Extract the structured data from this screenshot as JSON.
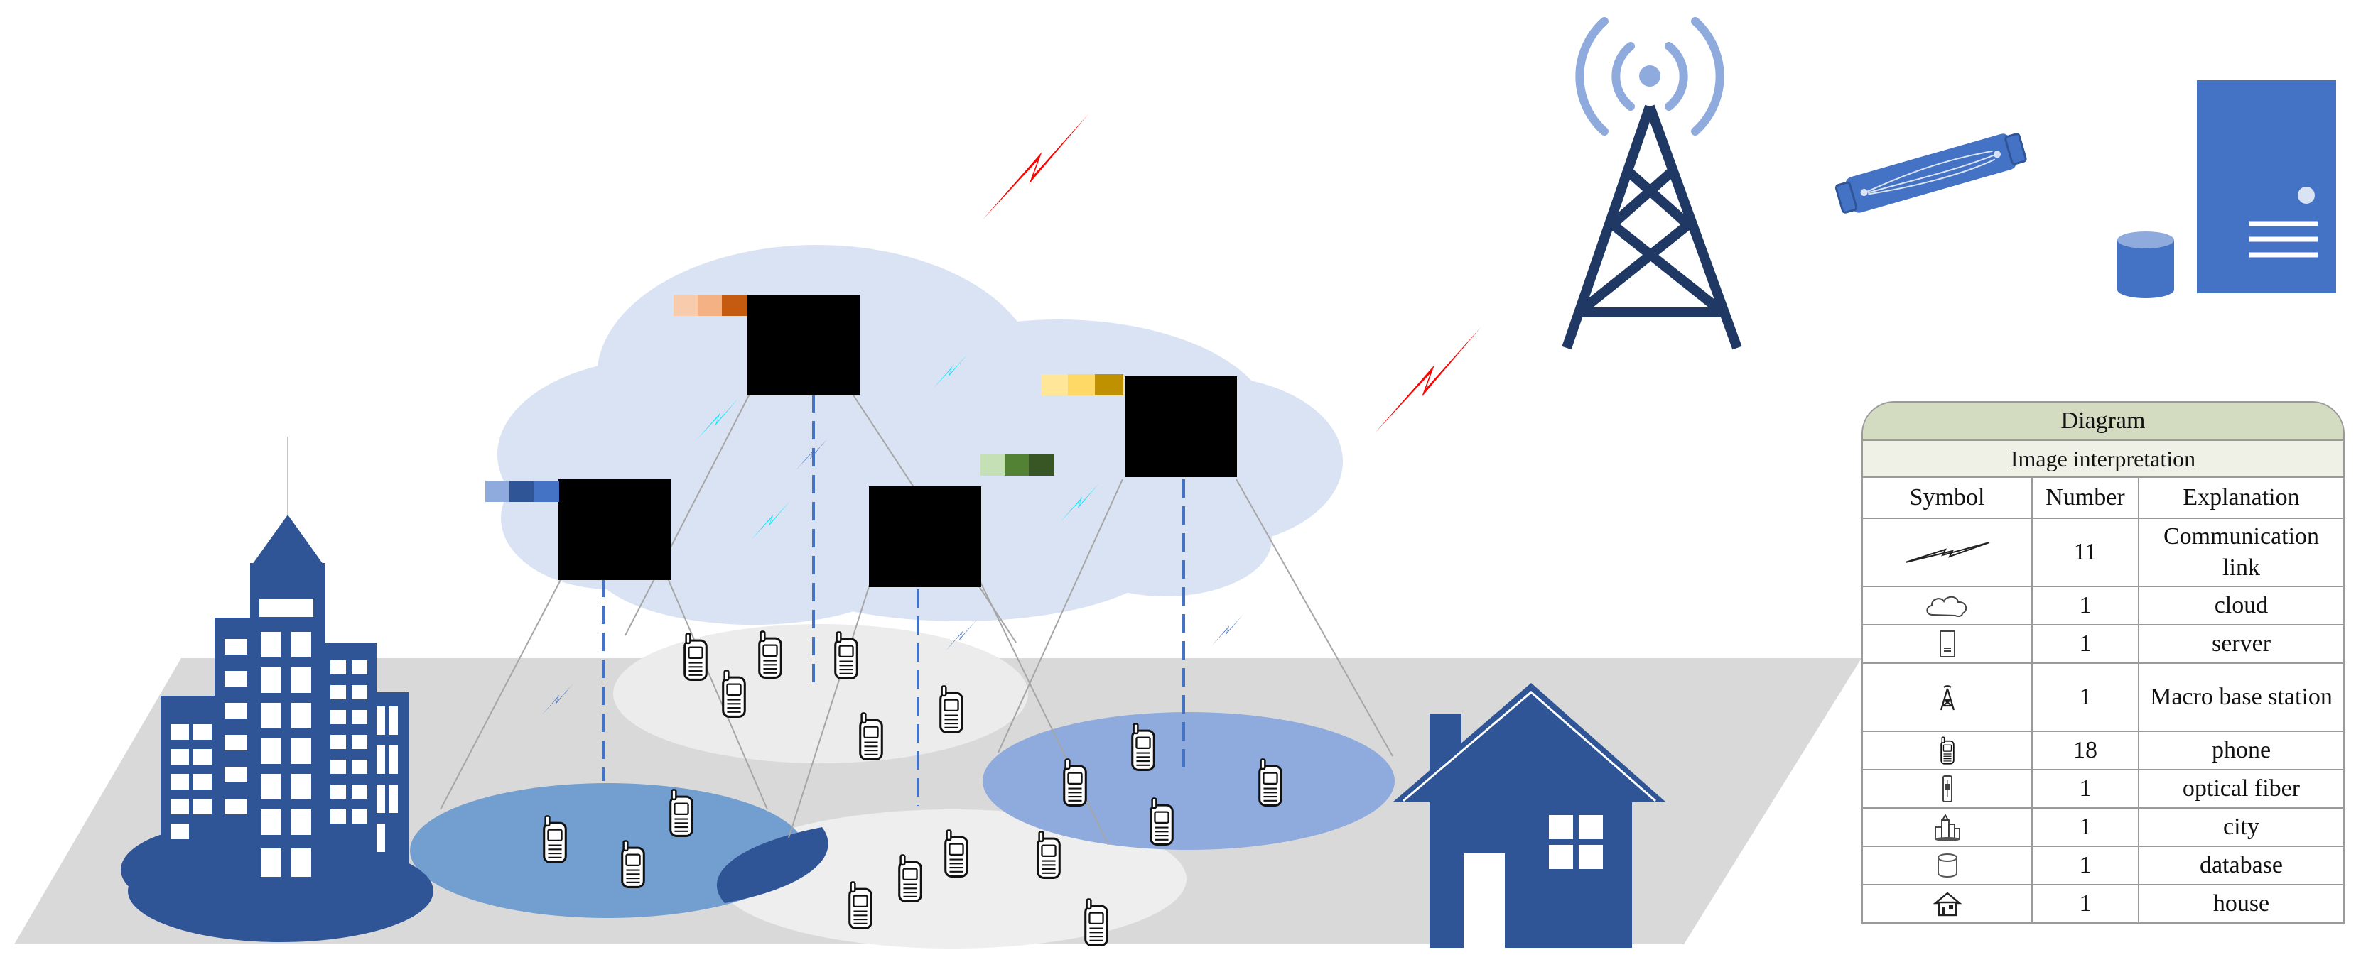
{
  "legend": {
    "title": "Diagram",
    "subtitle": "Image interpretation",
    "headers": [
      "Symbol",
      "Number",
      "Explanation"
    ],
    "rows": [
      {
        "icon": "communication-link-icon",
        "number": "11",
        "explanation": "Communication link",
        "tall": true
      },
      {
        "icon": "cloud-icon",
        "number": "1",
        "explanation": "cloud",
        "tall": false
      },
      {
        "icon": "server-icon",
        "number": "1",
        "explanation": "server",
        "tall": false
      },
      {
        "icon": "macro-base-station-icon",
        "number": "1",
        "explanation": "Macro base station",
        "tall": true
      },
      {
        "icon": "phone-icon",
        "number": "18",
        "explanation": "phone",
        "tall": false
      },
      {
        "icon": "optical-fiber-icon",
        "number": "1",
        "explanation": "optical fiber",
        "tall": false
      },
      {
        "icon": "city-icon",
        "number": "1",
        "explanation": "city",
        "tall": false
      },
      {
        "icon": "database-icon",
        "number": "1",
        "explanation": "database",
        "tall": false
      },
      {
        "icon": "house-icon",
        "number": "1",
        "explanation": "house",
        "tall": false
      }
    ]
  },
  "colors": {
    "ground": "#d9d9d9",
    "cloud": "#dae3f3",
    "navy": "#2f5597",
    "tower": "#203864",
    "signal": "#8faadc",
    "server": "#4472c4",
    "red_bolt": "#ff0000",
    "cyan_bolt": "#00e5ff",
    "blue_bolt": "#4472c4",
    "coverage_light": "#ededed",
    "coverage_blue": "#729fcf",
    "coverage_mid": "#8faadc",
    "edge_node": "#000000"
  }
}
